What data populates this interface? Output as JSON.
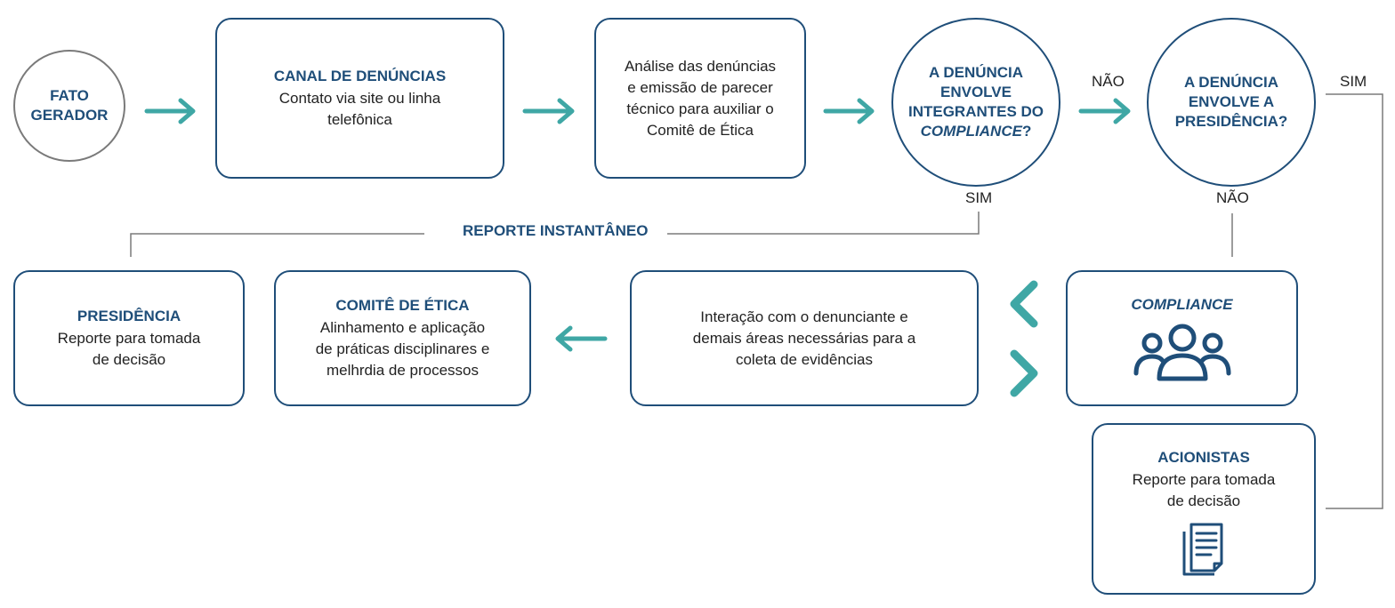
{
  "colors": {
    "primary": "#1f4e79",
    "accent": "#3fa7a5",
    "line": "#7a7a7a"
  },
  "nodes": {
    "fato_gerador": {
      "title": "FATO\nGERADOR"
    },
    "canal": {
      "title": "CANAL DE DENÚNCIAS",
      "body": "Contato via site ou linha\ntelefônica"
    },
    "analise": {
      "body": "Análise das denúncias\ne emissão de parecer\ntécnico para auxiliar o\nComitê de Ética"
    },
    "decisao_compliance": {
      "title_main": "A DENÚNCIA\nENVOLVE\nINTEGRANTES DO",
      "title_italic": "COMPLIANCE",
      "title_suffix": "?"
    },
    "decisao_presidencia": {
      "title": "A DENÚNCIA\nENVOLVE A\nPRESIDÊNCIA?"
    },
    "presidencia": {
      "title": "PRESIDÊNCIA",
      "body": "Reporte para tomada\nde decisão"
    },
    "comite": {
      "title": "COMITÊ DE ÉTICA",
      "body": "Alinhamento e aplicação\nde práticas disciplinares e\nmelhrdia de processos"
    },
    "interacao": {
      "body": "Interação com o denunciante e\ndemais áreas necessárias para a\ncoleta de evidências"
    },
    "compliance": {
      "title": "COMPLIANCE",
      "icon": "people-group-icon"
    },
    "acionistas": {
      "title": "ACIONISTAS",
      "body": "Reporte para tomada\nde decisão",
      "icon": "document-icon"
    }
  },
  "labels": {
    "nao_1": "NÃO",
    "sim_1": "SIM",
    "sim_2": "SIM",
    "nao_2": "NÃO",
    "reporte": "REPORTE INSTANTÂNEO"
  }
}
